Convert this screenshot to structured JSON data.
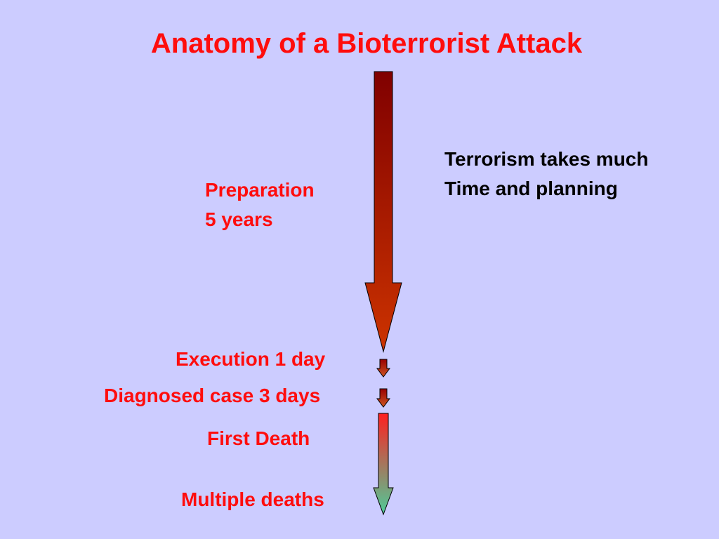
{
  "title": "Anatomy of a Bioterrorist Attack",
  "stages": {
    "preparation": {
      "line1": "Preparation",
      "line2": "5 years"
    },
    "execution": "Execution 1 day",
    "diagnosed": "Diagnosed case 3 days",
    "first_death": "First Death",
    "multiple_deaths": "Multiple deaths"
  },
  "note": {
    "line1": "Terrorism takes much",
    "line2": "Time and planning"
  },
  "colors": {
    "background": "#ccccff",
    "label_red": "#ff0d0d",
    "arrow_dark_red": "#800000",
    "arrow_orange_red": "#cc3300",
    "arrow_red": "#ff2020",
    "arrow_green": "#4dcc99"
  }
}
